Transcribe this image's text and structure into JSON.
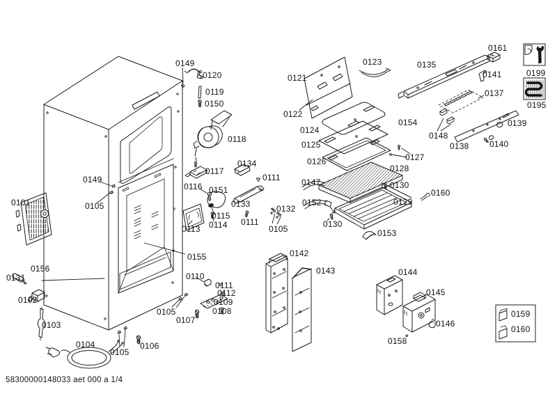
{
  "page": {
    "footer": "58300000148033 aet 000 a 1/4"
  },
  "icons": {
    "i0199": "wrench-service-icon",
    "i0195": "condenser-coil-icon",
    "i0159": "door-fold-left-icon",
    "i0160": "door-fold-right-icon"
  },
  "callouts": {
    "c0149a": "0149",
    "c0120": "0120",
    "c0119": "0119",
    "c0150": "0150",
    "c0118": "0118",
    "c0121": "0121",
    "c0122": "0122",
    "c0123": "0123",
    "c0124": "0124",
    "c0125": "0125",
    "c0126": "0126",
    "c0154": "0154",
    "c0127": "0127",
    "c0128": "0128",
    "c0135": "0135",
    "c0161": "0161",
    "c0141": "0141",
    "c0137": "0137",
    "c0199": "0199",
    "c0195": "0195",
    "c0148": "0148",
    "c0138": "0138",
    "c0139": "0139",
    "c0140": "0140",
    "c0117": "0117",
    "c0134": "0134",
    "c0111a": "0111",
    "c0116": "0116",
    "c0151": "0151",
    "c0133": "0133",
    "c0132": "0132",
    "c0111b": "0111",
    "c0105a": "0105",
    "c0115": "0115",
    "c0114": "0114",
    "c0113": "0113",
    "c0147": "0147",
    "c0152": "0152",
    "c0130a": "0130",
    "c0129": "0129",
    "c0160a": "0160",
    "c0130b": "0130",
    "c0153": "0153",
    "c0101": "0101",
    "c0149b": "0149",
    "c0105b": "0105",
    "c0156": "0156",
    "c0131": "0131",
    "c0102": "0102",
    "c0103": "0103",
    "c0104": "0104",
    "c0105c": "0105",
    "c0106": "0106",
    "c0155": "0155",
    "c0110": "0110",
    "c0111c": "0111",
    "c0112": "0112",
    "c0109": "0109",
    "c0105d": "0105",
    "c0107": "0107",
    "c0108": "0108",
    "c0142": "0142",
    "c0143": "0143",
    "c0144": "0144",
    "c0145": "0145",
    "c0146": "0146",
    "c0158": "0158",
    "c0159": "0159",
    "c0160b": "0160"
  }
}
